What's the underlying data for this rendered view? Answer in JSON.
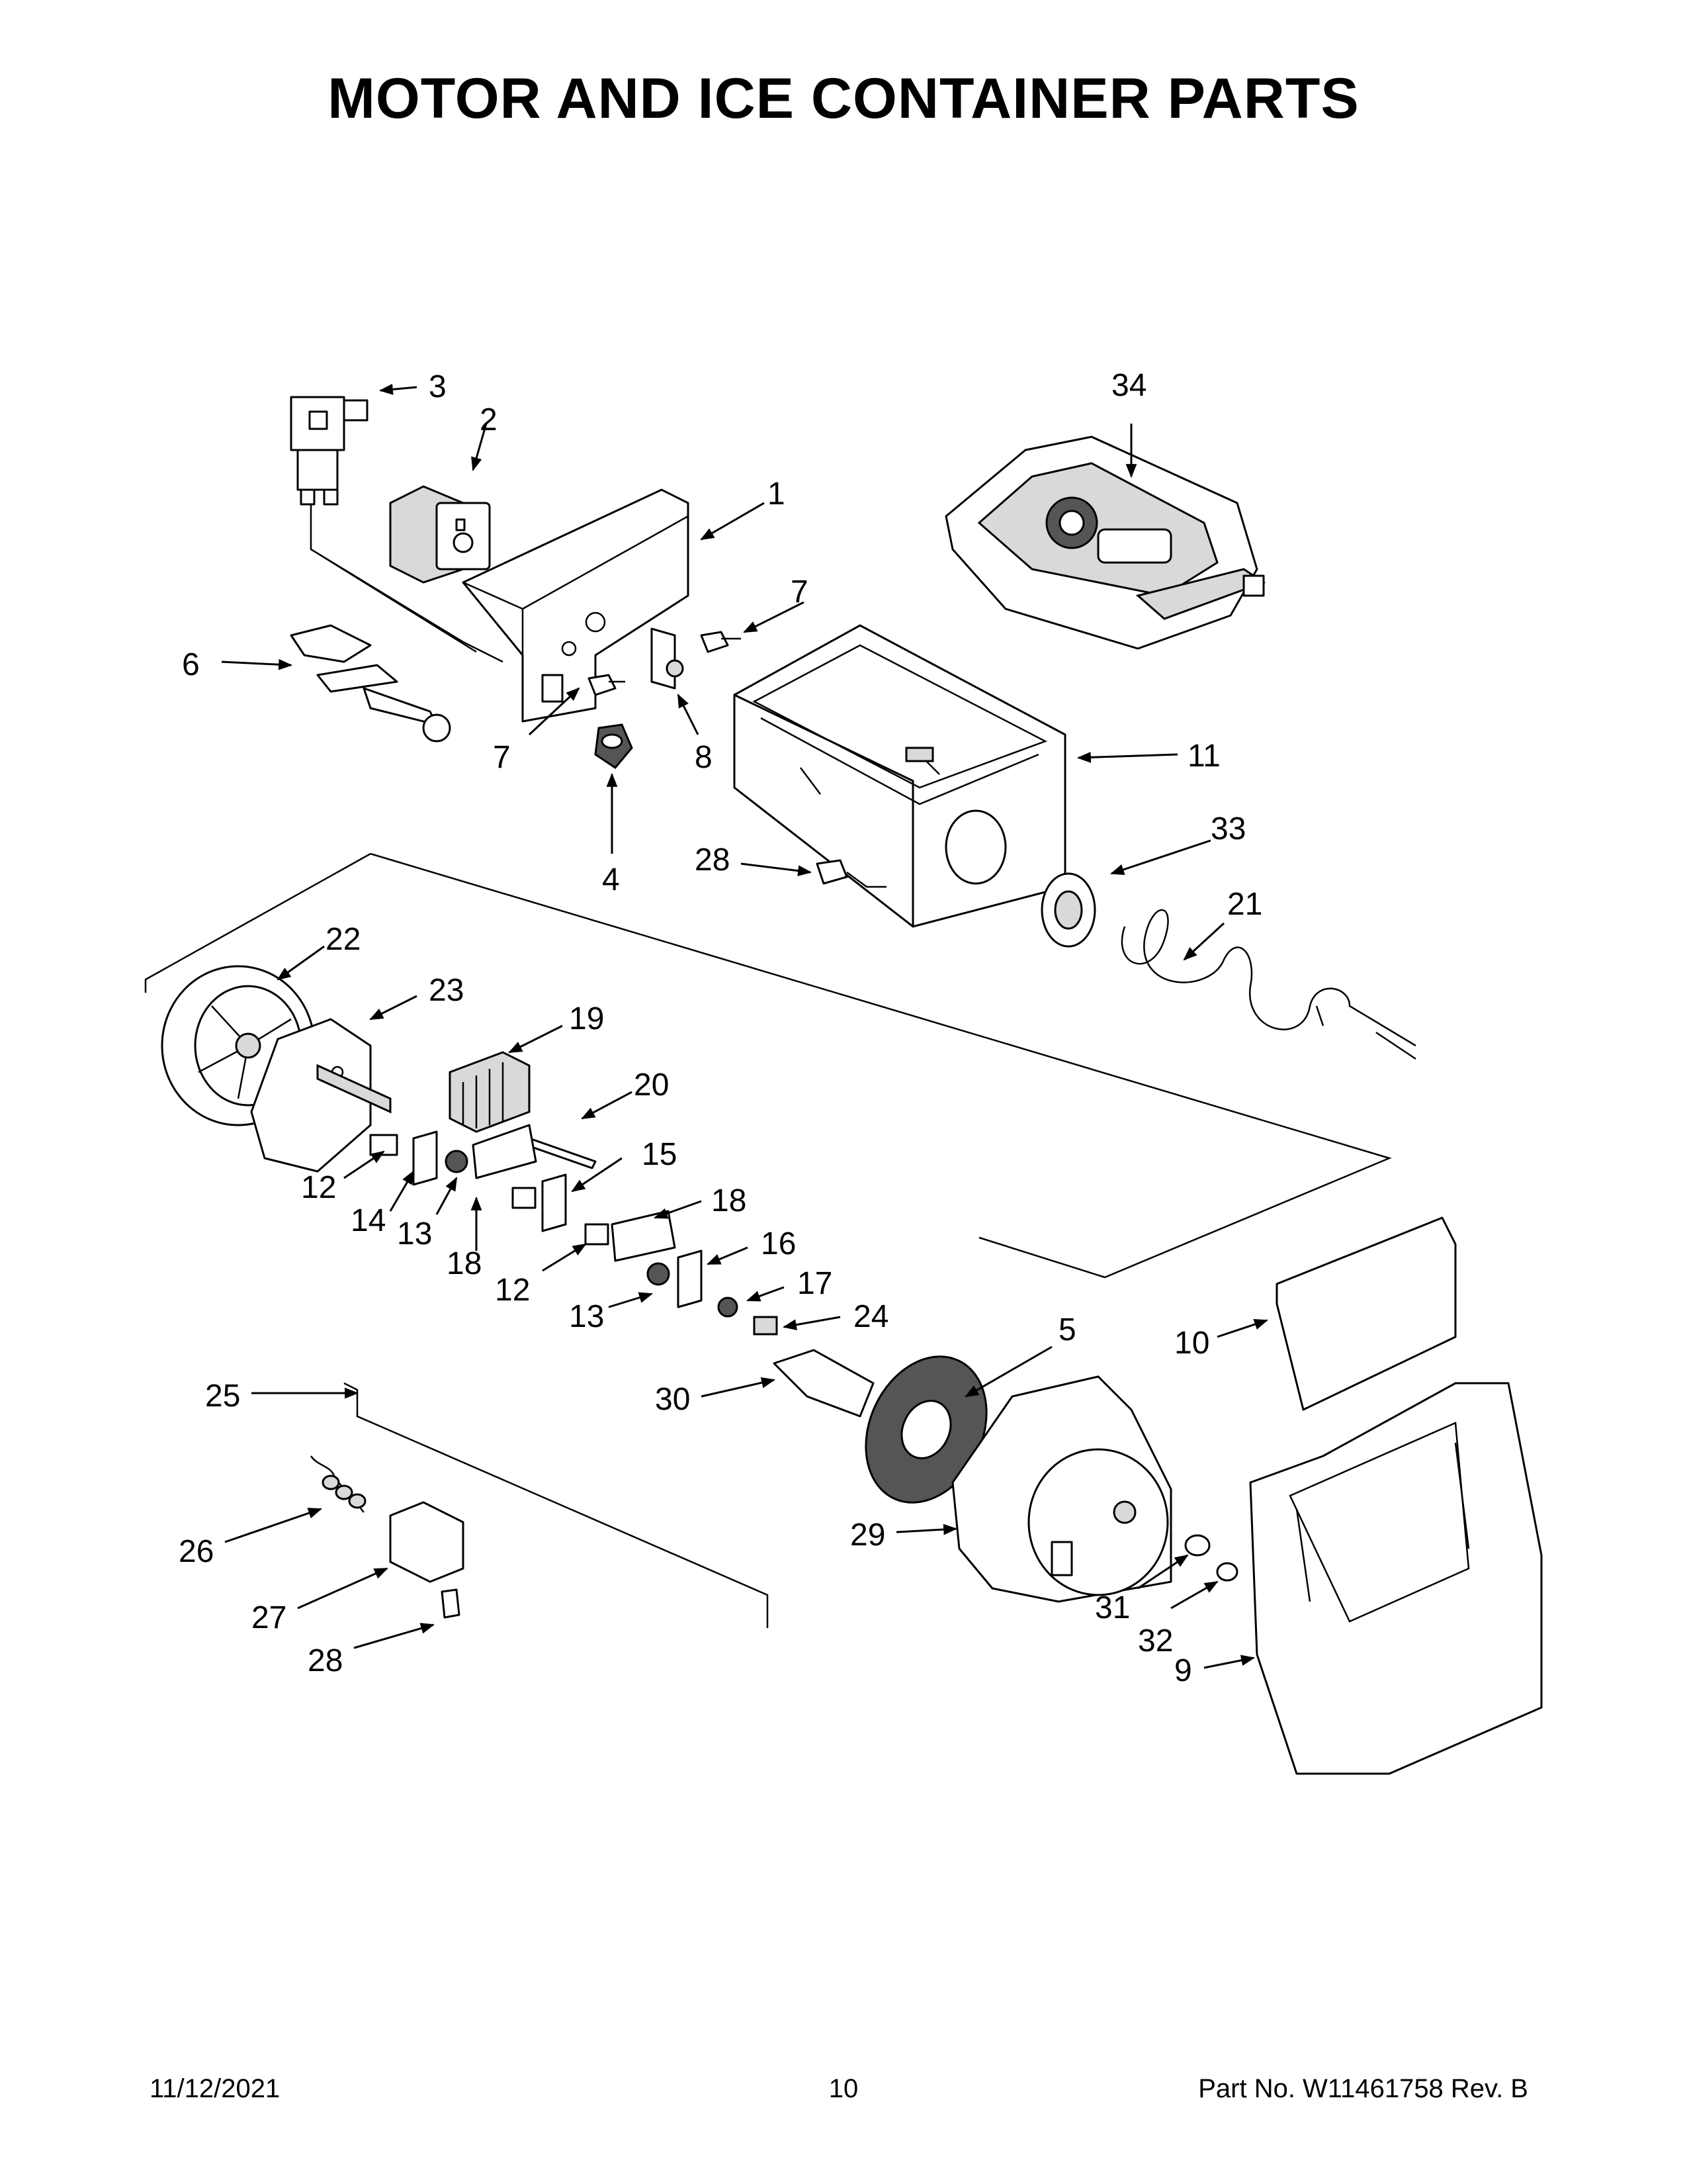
{
  "title": "MOTOR AND ICE CONTAINER PARTS",
  "callouts": {
    "c3": "3",
    "c2": "2",
    "c1": "1",
    "c34": "34",
    "c7a": "7",
    "c6": "6",
    "c7b": "7",
    "c8": "8",
    "c11": "11",
    "c4": "4",
    "c28a": "28",
    "c33": "33",
    "c21": "21",
    "c22": "22",
    "c23": "23",
    "c19": "19",
    "c20": "20",
    "c12a": "12",
    "c14": "14",
    "c13a": "13",
    "c18a": "18",
    "c15": "15",
    "c18b": "18",
    "c12b": "12",
    "c16": "16",
    "c13b": "13",
    "c17": "17",
    "c24": "24",
    "c5": "5",
    "c10": "10",
    "c25": "25",
    "c30": "30",
    "c26": "26",
    "c29": "29",
    "c27": "27",
    "c31": "31",
    "c32": "32",
    "c9": "9",
    "c28b": "28"
  },
  "footer": {
    "date": "11/12/2021",
    "page": "10",
    "part_no": "Part No.  W11461758  Rev.  B"
  }
}
